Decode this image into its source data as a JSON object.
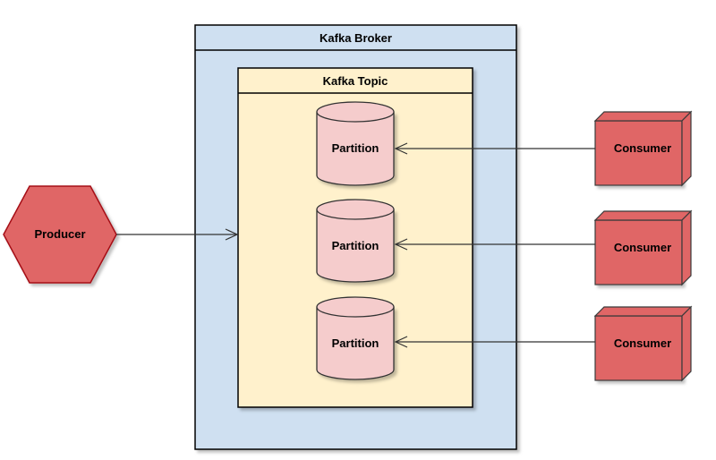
{
  "diagram": {
    "broker": {
      "label": "Kafka Broker"
    },
    "topic": {
      "label": "Kafka Topic"
    },
    "producer": {
      "label": "Producer"
    },
    "partitions": [
      {
        "label": "Partition"
      },
      {
        "label": "Partition"
      },
      {
        "label": "Partition"
      }
    ],
    "consumers": [
      {
        "label": "Consumer"
      },
      {
        "label": "Consumer"
      },
      {
        "label": "Consumer"
      }
    ]
  },
  "colors": {
    "broker_fill": "#cfe0f1",
    "topic_fill": "#fff1cc",
    "partition_fill": "#f5cccc",
    "partition_stroke": "#333333",
    "actor_fill": "#e06666",
    "actor_stroke": "#a50f15",
    "consumer_stroke": "#3a3a3a",
    "line": "#333333"
  }
}
